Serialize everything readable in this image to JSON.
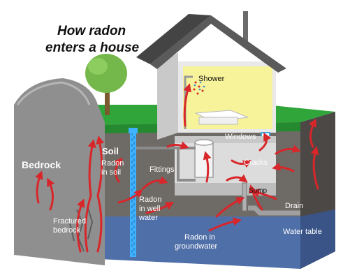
{
  "title": {
    "line1": "How radon",
    "line2": "enters a house"
  },
  "labels": {
    "shower": "Shower",
    "windows": "Windows",
    "soil": "Soil",
    "radon_in_soil_1": "Radon",
    "radon_in_soil_2": "in soil",
    "bedrock": "Bedrock",
    "fittings": "Fittings",
    "cracks": "Cracks",
    "sump": "Sump",
    "radon_well_1": "Radon",
    "radon_well_2": "in well",
    "radon_well_3": "water",
    "fractured_1": "Fractured",
    "fractured_2": "bedrock",
    "drain": "Drain",
    "water_table": "Water table",
    "groundwater_1": "Radon in",
    "groundwater_2": "groundwater"
  },
  "colors": {
    "sky": "#ffffff",
    "grass": "#2fa53a",
    "soil": "#6e6a66",
    "bedrock": "#8f8f8f",
    "groundwater": "#4f6fa8",
    "roof": "#5a5a5a",
    "house_wall": "#e9e9e9",
    "interior": "#f7f39a",
    "arrow": "#d8262a",
    "well_pipe": "#3fb3ff"
  }
}
